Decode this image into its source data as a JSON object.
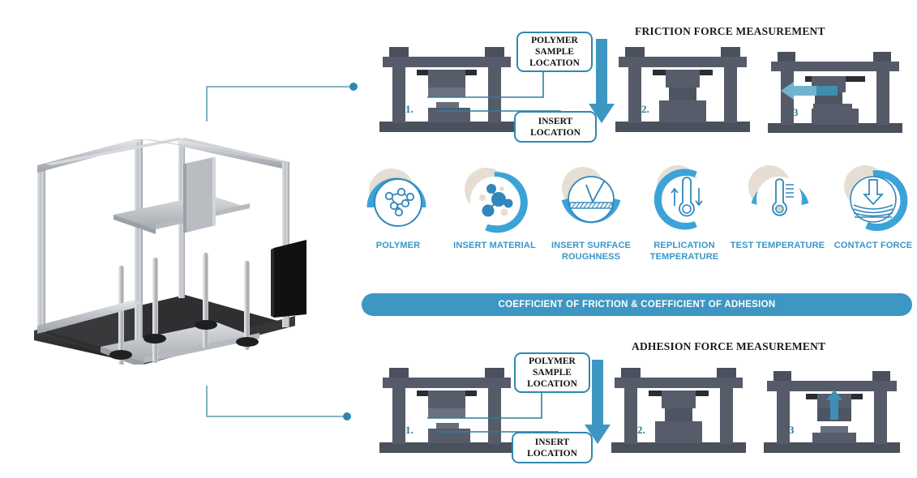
{
  "figure": {
    "machine_label": "test-rig-3d-render"
  },
  "sections": {
    "friction": {
      "title": "FRICTION FORCE MEASUREMENT",
      "steps": [
        {
          "num": "1."
        },
        {
          "num": "2."
        },
        {
          "num": "3"
        }
      ],
      "callouts": [
        {
          "id": "polymer-sample",
          "text": "POLYMER SAMPLE LOCATION"
        },
        {
          "id": "insert",
          "text": "INSERT LOCATION"
        }
      ],
      "motion_arrow": "horizontal-left-arrow"
    },
    "adhesion": {
      "title": "ADHESION FORCE MEASUREMENT",
      "steps": [
        {
          "num": "1."
        },
        {
          "num": "2."
        },
        {
          "num": "3"
        }
      ],
      "callouts": [
        {
          "id": "polymer-sample",
          "text": "POLYMER SAMPLE LOCATION"
        },
        {
          "id": "insert",
          "text": "INSERT LOCATION"
        }
      ],
      "motion_arrow": "vertical-up-arrow"
    }
  },
  "parameters": [
    {
      "id": "polymer",
      "label": "POLYMER",
      "icon": "molecule-outline-icon",
      "arc": "top-left"
    },
    {
      "id": "insert-material",
      "label": "INSERT MATERIAL",
      "icon": "molecule-filled-icon",
      "arc": "right"
    },
    {
      "id": "insert-surface-roughness",
      "label": "INSERT SURFACE ROUGHNESS",
      "icon": "surface-roughness-icon",
      "arc": "bottom"
    },
    {
      "id": "replication-temperature",
      "label": "REPLICATION TEMPERATURE",
      "icon": "thermometer-arrows-icon",
      "arc": "left"
    },
    {
      "id": "test-temperature",
      "label": "TEST TEMPERATURE",
      "icon": "thermometer-scale-icon",
      "arc": "top"
    },
    {
      "id": "contact-force",
      "label": "CONTACT FORCE",
      "icon": "downward-force-icon",
      "arc": "right"
    }
  ],
  "banner": {
    "text": "COEFFICIENT OF FRICTION & COEFFICIENT OF ADHESION"
  },
  "colors": {
    "accent_blue": "#3d97c2",
    "label_blue": "#3796c9",
    "arc_blue": "#3ca3d8",
    "beige": "#e6ded3",
    "frame_dark": "#4b505d",
    "frame_mid": "#565c6a",
    "frame_light": "#61677a",
    "callout_border": "#2e89b0",
    "leader_line": "#5e9cb5"
  }
}
